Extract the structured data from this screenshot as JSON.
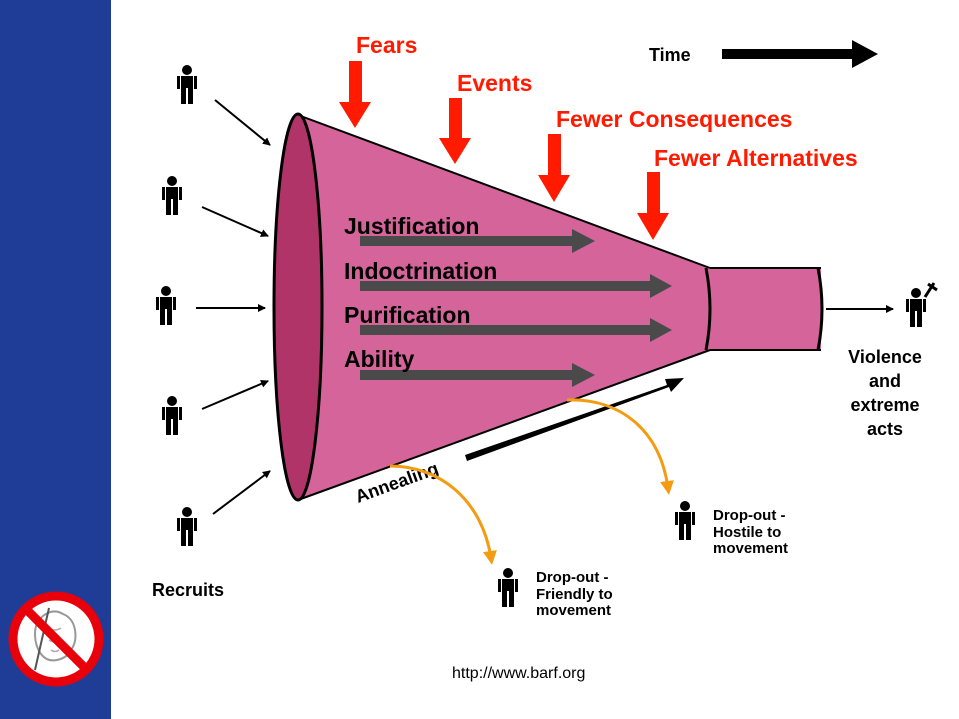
{
  "pressures": {
    "fears": "Fears",
    "events": "Events",
    "fewer_consequences": "Fewer Consequences",
    "fewer_alternatives": "Fewer Alternatives"
  },
  "time_label": "Time",
  "processes": [
    "Justification",
    "Indoctrination",
    "Purification",
    "Ability"
  ],
  "annealing": "Annealing",
  "recruits": "Recruits",
  "outcome": [
    "Violence",
    "and",
    "extreme",
    "acts"
  ],
  "dropout_friendly": [
    "Drop-out -",
    "Friendly to",
    "movement"
  ],
  "dropout_hostile": [
    "Drop-out -",
    "Hostile to",
    "movement"
  ],
  "url": "http://www.barf.org",
  "colors": {
    "sidebar": "#1f3d96",
    "funnel": "#d4649a",
    "funnel_mouth": "#b03468",
    "pressure_text": "#ff1a00",
    "dropout_arrow": "#f39c12",
    "process_arrow": "#4a4a4a"
  },
  "icons": [
    "person-icon",
    "no-sign-icon"
  ]
}
